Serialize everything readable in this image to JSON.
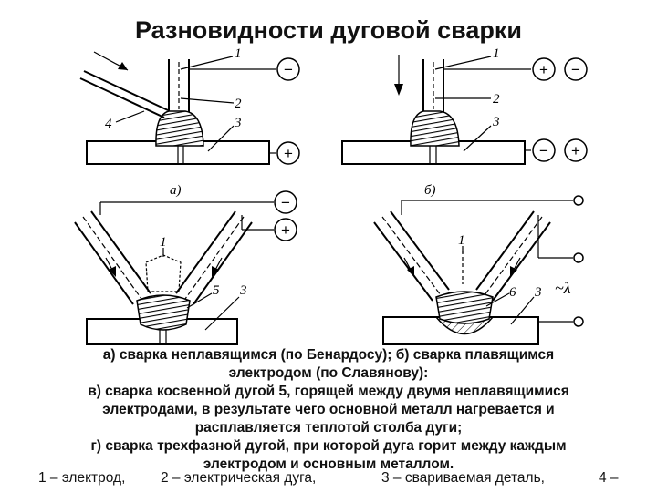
{
  "title": "Разновидности дуговой сварки",
  "diagrams": {
    "a": {
      "panel_label": "а)",
      "callouts": [
        "1",
        "2",
        "3",
        "4"
      ],
      "electrode_sign": "−",
      "work_sign": "+"
    },
    "b": {
      "panel_label": "б)",
      "callouts": [
        "1",
        "2",
        "3"
      ],
      "electrode_signs": [
        "+",
        "−"
      ],
      "work_signs": [
        "−",
        "+"
      ]
    },
    "v": {
      "callouts": [
        "1",
        "5",
        "3"
      ],
      "terminal_signs": [
        "−",
        "+"
      ]
    },
    "g": {
      "callouts": [
        "1",
        "6",
        "3"
      ],
      "supply_label": "~λ"
    }
  },
  "caption": [
    "а) сварка неплавящимся (по Бенардосу); б) сварка плавящимся",
    "электродом (по Славянову):",
    "в) сварка косвенной дугой 5, горящей между двумя неплавящимися",
    "электродами, в результате чего основной металл нагревается и",
    "расплавляется теплотой столба дуги;",
    "г) сварка трехфазной дугой, при которой дуга горит между каждым",
    "электродом и основным металлом."
  ],
  "legend": [
    "1 – электрод,",
    "2 – электрическая дуга,",
    "3 – свариваемая деталь,",
    "4 –"
  ]
}
